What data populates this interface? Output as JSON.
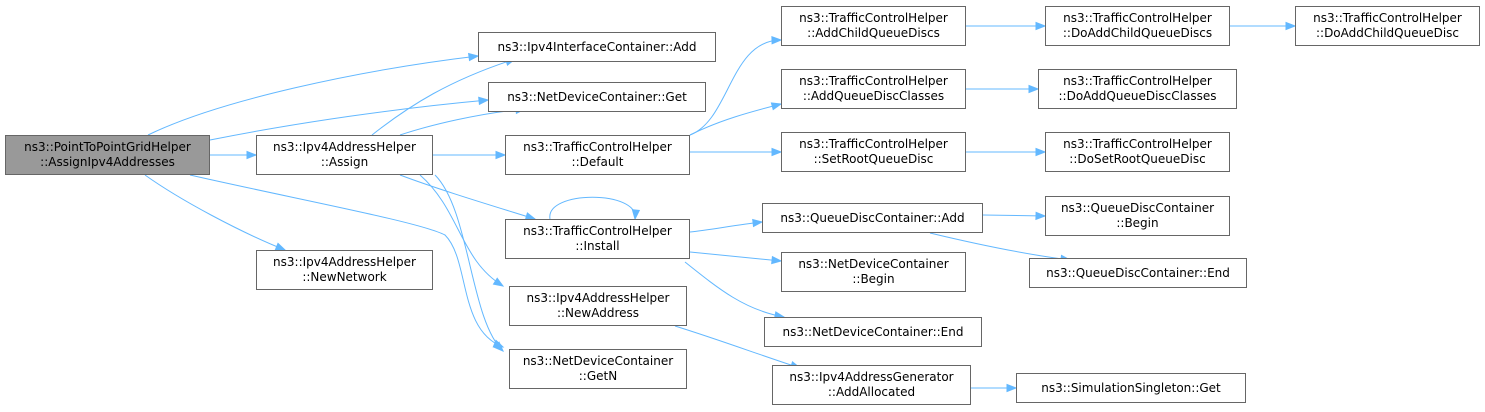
{
  "colors": {
    "edge": "#63b8ff",
    "root_fill": "#999999",
    "node_border": "#666666"
  },
  "nodes": {
    "root": [
      "ns3::PointToPointGridHelper",
      "::AssignIpv4Addresses"
    ],
    "ipv4_interface_add": [
      "ns3::Ipv4InterfaceContainer::Add"
    ],
    "netdevice_get": [
      "ns3::NetDeviceContainer::Get"
    ],
    "ipv4_assign": [
      "ns3::Ipv4AddressHelper",
      "::Assign"
    ],
    "new_network": [
      "ns3::Ipv4AddressHelper",
      "::NewNetwork"
    ],
    "tc_default": [
      "ns3::TrafficControlHelper",
      "::Default"
    ],
    "tc_install": [
      "ns3::TrafficControlHelper",
      "::Install"
    ],
    "new_address": [
      "ns3::Ipv4AddressHelper",
      "::NewAddress"
    ],
    "get_n": [
      "ns3::NetDeviceContainer",
      "::GetN"
    ],
    "add_child_qdiscs": [
      "ns3::TrafficControlHelper",
      "::AddChildQueueDiscs"
    ],
    "add_qdisc_classes": [
      "ns3::TrafficControlHelper",
      "::AddQueueDiscClasses"
    ],
    "set_root_qdisc": [
      "ns3::TrafficControlHelper",
      "::SetRootQueueDisc"
    ],
    "qdc_add": [
      "ns3::QueueDiscContainer::Add"
    ],
    "ndc_begin": [
      "ns3::NetDeviceContainer",
      "::Begin"
    ],
    "ndc_end": [
      "ns3::NetDeviceContainer::End"
    ],
    "add_allocated": [
      "ns3::Ipv4AddressGenerator",
      "::AddAllocated"
    ],
    "do_add_child_qdiscs": [
      "ns3::TrafficControlHelper",
      "::DoAddChildQueueDiscs"
    ],
    "do_add_qdisc_classes": [
      "ns3::TrafficControlHelper",
      "::DoAddQueueDiscClasses"
    ],
    "do_set_root_qdisc": [
      "ns3::TrafficControlHelper",
      "::DoSetRootQueueDisc"
    ],
    "qdc_begin": [
      "ns3::QueueDiscContainer",
      "::Begin"
    ],
    "qdc_end": [
      "ns3::QueueDiscContainer::End"
    ],
    "singleton_get": [
      "ns3::SimulationSingleton::Get"
    ],
    "do_add_child_qdisc": [
      "ns3::TrafficControlHelper",
      "::DoAddChildQueueDisc"
    ]
  }
}
